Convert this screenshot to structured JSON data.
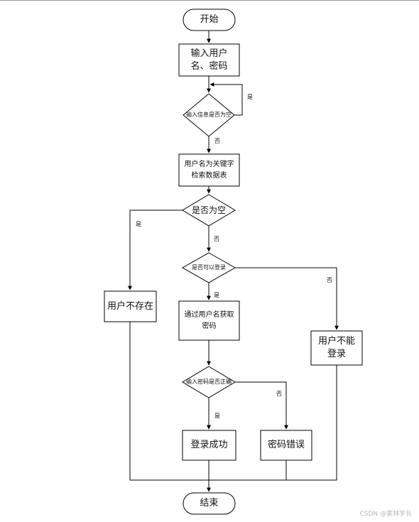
{
  "nodes": {
    "start": "开始",
    "input": "输入用户名、密码",
    "check_empty": "输入信息是否为空",
    "search": "用户名为关键字检索数据表",
    "result_empty": "是否为空",
    "user_not_exist": "用户不存在",
    "can_login": "是否可以登录",
    "get_password": "通过用户名获取密码",
    "cannot_login": "用户不能登录",
    "password_correct": "输入密码是否正确",
    "login_success": "登录成功",
    "password_error": "密码错误",
    "end": "结束"
  },
  "edge_labels": {
    "yes1": "是",
    "no1": "否",
    "yes2": "是",
    "no2": "否",
    "yes3": "是",
    "no3": "否",
    "yes4": "是",
    "no4": "否"
  },
  "watermark": "CSDN @家林学长"
}
